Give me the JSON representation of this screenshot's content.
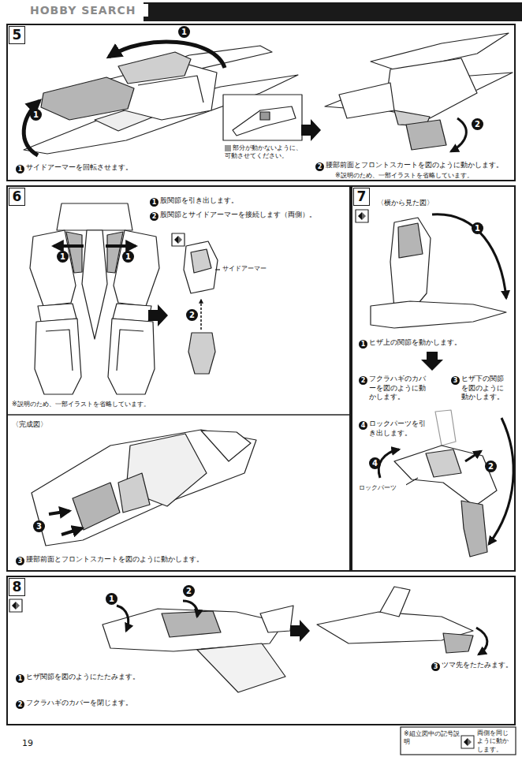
{
  "diagram": {
    "nodes": [
      {
        "text": [
          "5"
        ]
      },
      {
        "text": [
          "6"
        ]
      },
      {
        "text": [
          "7"
        ]
      },
      {
        "text": [
          "8"
        ]
      }
    ],
    "labels": [
      "HOBBY SEARCH",
      "1",
      "1",
      "1",
      "サイドアーマーを回転させます。",
      "2",
      "2",
      "腰部前面とフロントスカートを図のように動かします。",
      "※説明のため、一部イラストを省略しています。",
      "1",
      "1",
      "1",
      "股関節を引き出します。",
      "2",
      "股関節とサイドアーマーを接続します（両側）。",
      "サイドアーマー",
      "2",
      "※説明のため、一部イラストを省略しています。",
      "〈完成図〉",
      "3",
      "3",
      "腰部前面とフロントスカートを図のように動かします。",
      "〈横から見た図〉",
      "1",
      "1",
      "ヒザ上の関節を動かします。",
      "2",
      "フクラハギのカバーを図のように動かします。",
      "3",
      "ヒザ下の関節を図のように動かします。",
      "4",
      "ロックパーツを引き出します。",
      "ロックパーツ",
      "4",
      "2",
      "1",
      "2",
      "1",
      "ヒザ関節を図のようにたたみます。",
      "2",
      "フクラハギのカバーを閉じます。",
      "3",
      "ツマ先をたたみます。",
      "19",
      "※組立図中の記号説明"
    ],
    "legend": [
      {
        "text": "部分が動かないように、可動させてください。",
        "color": "#999999"
      },
      {
        "text": "両側を同じように動かします。"
      }
    ]
  }
}
